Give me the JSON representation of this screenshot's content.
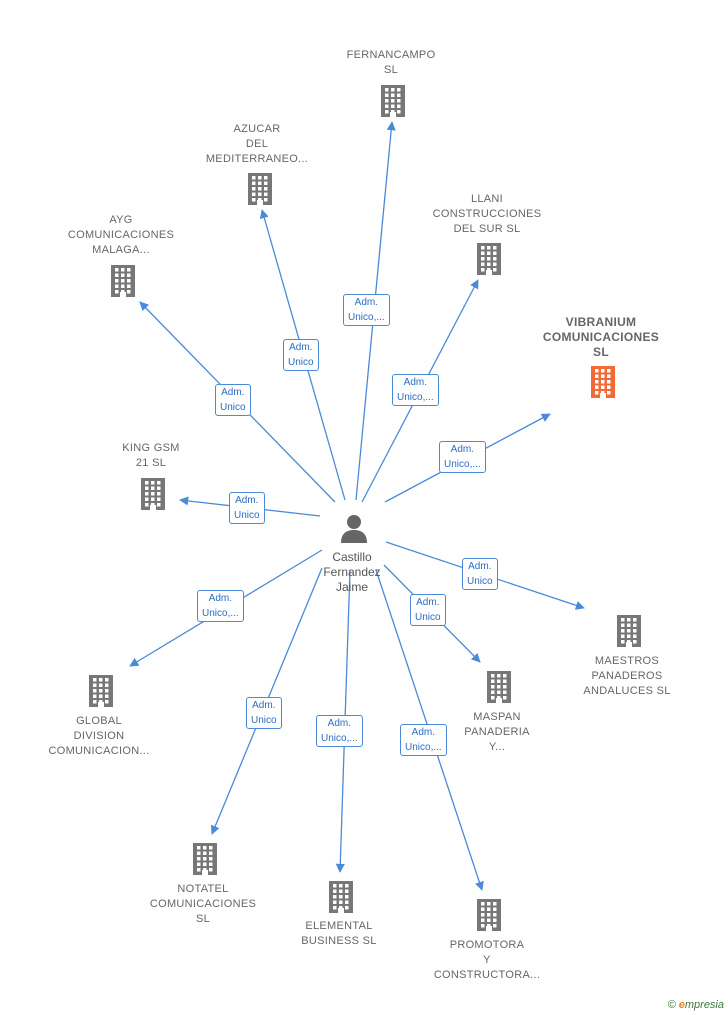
{
  "colors": {
    "edge": "#4a8ad8",
    "building": "#777777",
    "highlight": "#f26a35",
    "person": "#666666"
  },
  "person": {
    "lines": [
      "Castillo",
      "Fernandez",
      "Jaime"
    ],
    "icon": "person-icon"
  },
  "nodes": [
    {
      "id": "fernancampo",
      "lines": [
        "FERNANCAMPO",
        "SL"
      ],
      "edge": [
        "Adm.",
        "Unico,..."
      ],
      "highlight": false
    },
    {
      "id": "azucar",
      "lines": [
        "AZUCAR",
        "DEL",
        "MEDITERRANEO..."
      ],
      "edge": [
        "Adm.",
        "Unico"
      ],
      "highlight": false
    },
    {
      "id": "llani",
      "lines": [
        "LLANI",
        "CONSTRUCCIONES",
        "DEL SUR  SL"
      ],
      "edge": [
        "Adm.",
        "Unico,..."
      ],
      "highlight": false
    },
    {
      "id": "ayg",
      "lines": [
        "AYG",
        "COMUNICACIONES",
        "MALAGA..."
      ],
      "edge": [
        "Adm.",
        "Unico"
      ],
      "highlight": false
    },
    {
      "id": "vibranium",
      "lines": [
        "VIBRANIUM",
        "COMUNICACIONES",
        "SL"
      ],
      "edge": [
        "Adm.",
        "Unico,..."
      ],
      "highlight": true
    },
    {
      "id": "kinggsm",
      "lines": [
        "KING GSM",
        "21  SL"
      ],
      "edge": [
        "Adm.",
        "Unico"
      ],
      "highlight": false
    },
    {
      "id": "maestros",
      "lines": [
        "MAESTROS",
        "PANADEROS",
        "ANDALUCES SL"
      ],
      "edge": [
        "Adm.",
        "Unico"
      ],
      "highlight": false
    },
    {
      "id": "global",
      "lines": [
        "GLOBAL",
        "DIVISION",
        "COMUNICACION..."
      ],
      "edge": [
        "Adm.",
        "Unico,..."
      ],
      "highlight": false
    },
    {
      "id": "maspan",
      "lines": [
        "MASPAN",
        "PANADERIA",
        "Y..."
      ],
      "edge": [
        "Adm.",
        "Unico"
      ],
      "highlight": false
    },
    {
      "id": "notatel",
      "lines": [
        "NOTATEL",
        "COMUNICACIONES",
        "SL"
      ],
      "edge": [
        "Adm.",
        "Unico"
      ],
      "highlight": false
    },
    {
      "id": "elemental",
      "lines": [
        "ELEMENTAL",
        "BUSINESS  SL"
      ],
      "edge": [
        "Adm.",
        "Unico,..."
      ],
      "highlight": false
    },
    {
      "id": "promotora",
      "lines": [
        "PROMOTORA",
        "Y",
        "CONSTRUCTORA..."
      ],
      "edge": [
        "Adm.",
        "Unico,..."
      ],
      "highlight": false
    }
  ],
  "brand": {
    "copyright": "©",
    "first": "e",
    "rest": "mpresia"
  }
}
